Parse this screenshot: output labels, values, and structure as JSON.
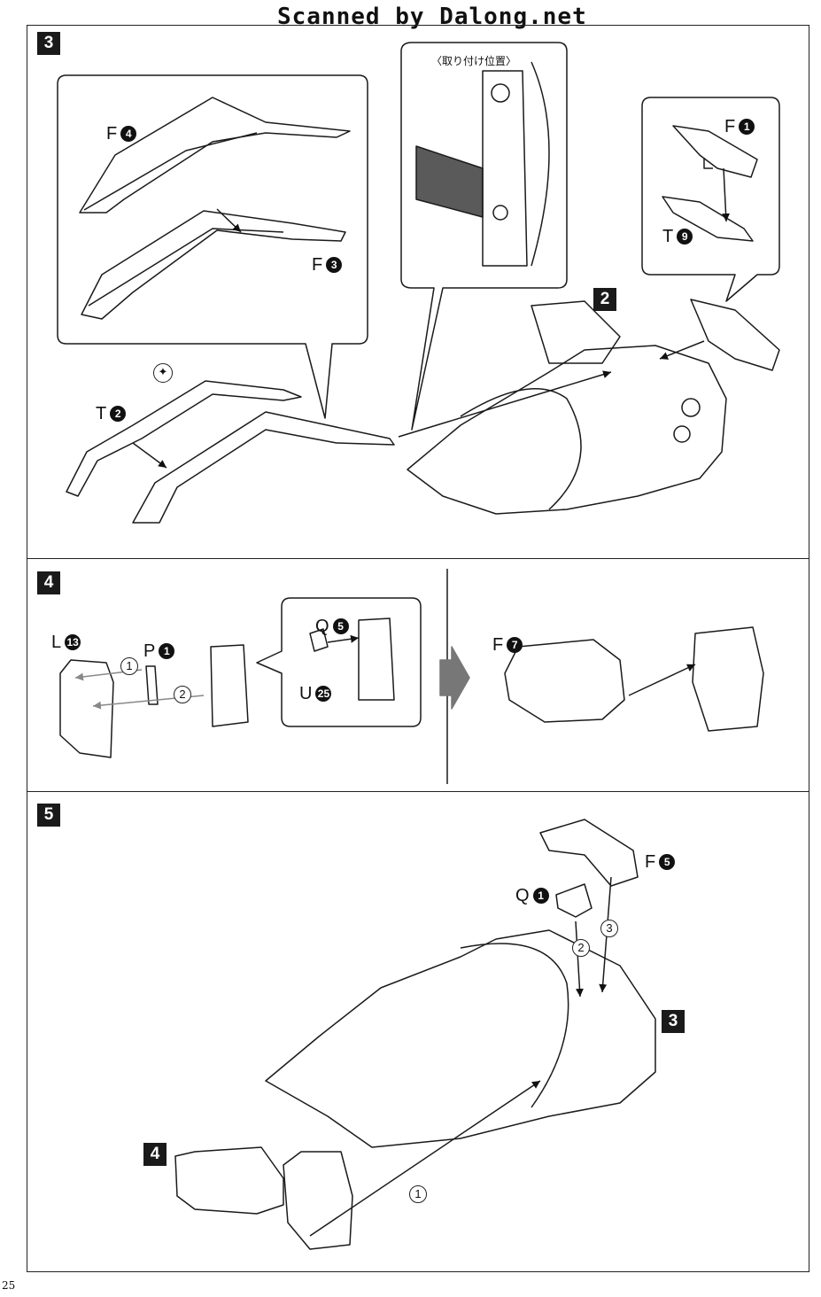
{
  "watermark": "Scanned by Dalong.net",
  "page_number": "25",
  "colors": {
    "ink": "#1a1a1a",
    "paper": "#ffffff",
    "shadow_gray": "#7a7a7a"
  },
  "steps": {
    "s3": {
      "number": "3",
      "callout_title": "〈取り付け位置〉",
      "labels": {
        "f4": {
          "letter": "F",
          "num": "4"
        },
        "f3": {
          "letter": "F",
          "num": "3"
        },
        "f1": {
          "letter": "F",
          "num": "1"
        },
        "t9": {
          "letter": "T",
          "num": "9"
        },
        "t2": {
          "letter": "T",
          "num": "2"
        }
      },
      "ref_badge": "2"
    },
    "s4": {
      "number": "4",
      "labels": {
        "l13": {
          "letter": "L",
          "num": "13"
        },
        "p1": {
          "letter": "P",
          "num": "1"
        },
        "q5": {
          "letter": "Q",
          "num": "5"
        },
        "u25": {
          "letter": "U",
          "num": "25"
        },
        "f7": {
          "letter": "F",
          "num": "7"
        }
      },
      "order_marks": [
        "1",
        "2"
      ]
    },
    "s5": {
      "number": "5",
      "labels": {
        "f5": {
          "letter": "F",
          "num": "5"
        },
        "q1": {
          "letter": "Q",
          "num": "1"
        }
      },
      "order_marks": [
        "1",
        "2",
        "3"
      ],
      "ref_badges": [
        "3",
        "4"
      ]
    }
  }
}
